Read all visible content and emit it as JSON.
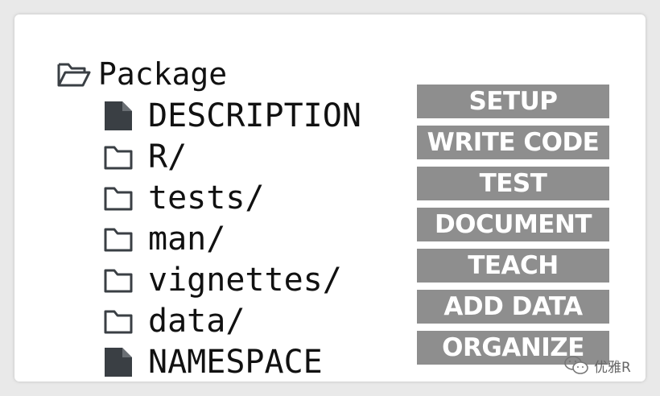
{
  "root": {
    "label": "Package",
    "icon": "folder-open-icon"
  },
  "items": [
    {
      "label": "DESCRIPTION",
      "icon": "file-icon",
      "tag": "SETUP"
    },
    {
      "label": "R/",
      "icon": "folder-icon",
      "tag": "WRITE CODE"
    },
    {
      "label": "tests/",
      "icon": "folder-icon",
      "tag": "TEST"
    },
    {
      "label": "man/",
      "icon": "folder-icon",
      "tag": "DOCUMENT"
    },
    {
      "label": "vignettes/",
      "icon": "folder-icon",
      "tag": "TEACH"
    },
    {
      "label": "data/",
      "icon": "folder-icon",
      "tag": "ADD DATA"
    },
    {
      "label": "NAMESPACE",
      "icon": "file-icon",
      "tag": "ORGANIZE"
    }
  ],
  "watermark": {
    "text": "优雅R",
    "icon": "wechat-icon"
  },
  "colors": {
    "tag_background": "#8e8e8e",
    "icon_dark": "#3a3f44"
  }
}
